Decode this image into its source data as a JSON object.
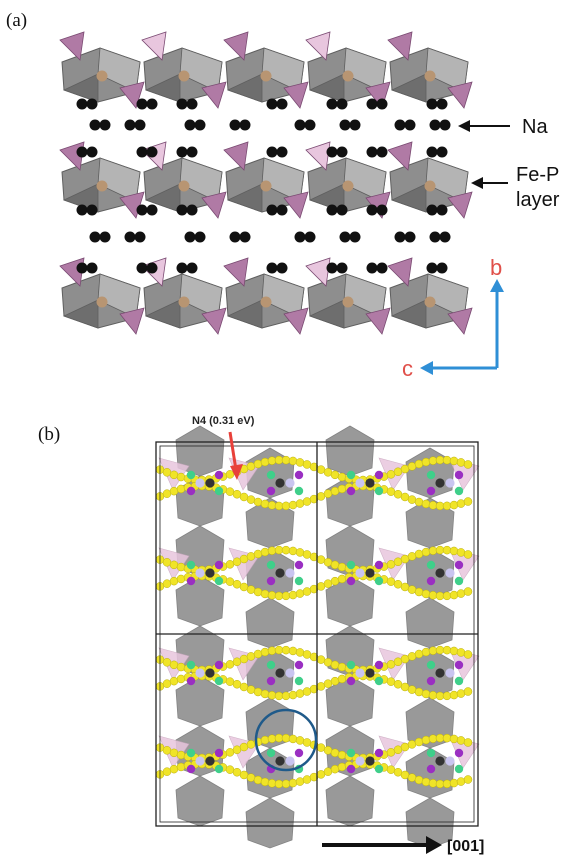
{
  "panels": {
    "a": {
      "label": "(a)"
    },
    "b": {
      "label": "(b)"
    }
  },
  "annotations": {
    "na": "Na",
    "fep_line1": "Fe-P",
    "fep_line2": "layer",
    "axis_b": "b",
    "axis_c": "c",
    "n4_label": "N4 (0.31 eV)",
    "direction": "[001]"
  },
  "colors": {
    "octahedron": "#8e8e8e",
    "octahedron_light": "#b4b4b4",
    "octahedron_dark": "#6e6e6e",
    "tetrahedron": "#b07aa5",
    "tetrahedron_light": "#e8c6de",
    "fe_atom": "#b89572",
    "na_atom": "#111111",
    "path_yellow": "#f0e428",
    "site_green": "#3fcf8a",
    "site_purple": "#9a2fc2",
    "site_lavender": "#c9c5f0",
    "axis_blue": "#2f8fd6",
    "axis_label_red": "#e0504a",
    "arrow_red": "#e8403a",
    "circle_blue": "#1f5a8a",
    "cell_line": "#222222"
  }
}
